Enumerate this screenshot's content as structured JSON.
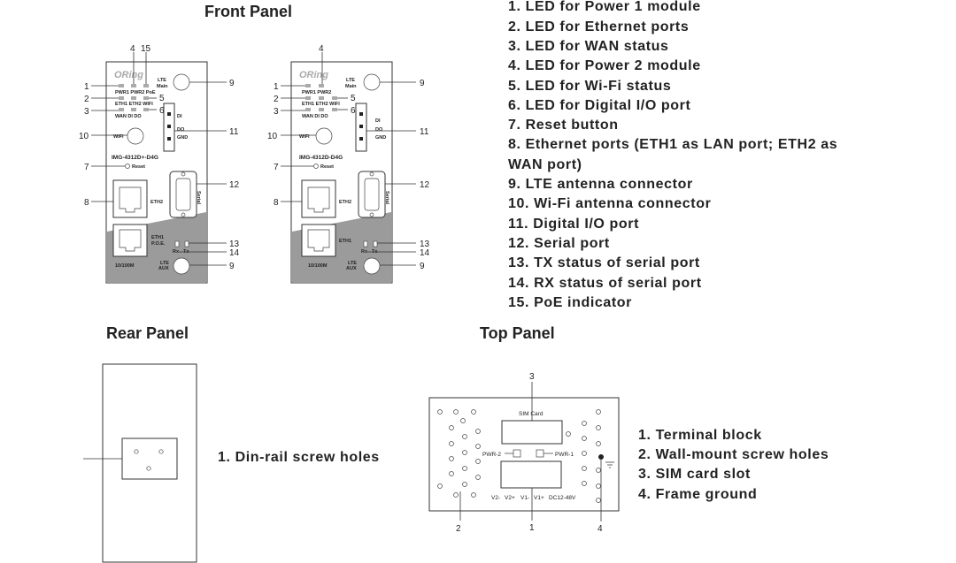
{
  "sections": {
    "front": "Front Panel",
    "rear": "Rear Panel",
    "top": "Top Panel"
  },
  "front_legend": [
    "1. LED for Power 1 module",
    "2. LED for Ethernet ports",
    "3. LED for WAN status",
    "4. LED for Power 2 module",
    "5. LED for Wi-Fi status",
    "6. LED for Digital I/O port",
    "7. Reset button",
    "8. Ethernet ports (ETH1 as LAN port; ETH2 as",
    "WAN port)",
    "9. LTE antenna connector",
    "10. Wi-Fi antenna connector",
    "11. Digital I/O port",
    "12. Serial port",
    "13. TX status of serial port",
    "14. RX status of serial port",
    "15. PoE indicator"
  ],
  "rear_legend": [
    "1. Din-rail screw holes"
  ],
  "top_legend": [
    "1. Terminal block",
    "2. Wall-mount screw holes",
    "3. SIM card slot",
    "4. Frame ground"
  ],
  "devices": [
    {
      "model": "IMG-4312D+-D4G",
      "logo": "ORing",
      "lte_main": [
        "LTE",
        "Main"
      ],
      "led_row1": "PWR1 PWR2 PoE",
      "led_row2": "ETH1 ETH2  WIFI",
      "led_row3": "WAN   DI   DO",
      "wifi": "WiFi",
      "reset": "Reset",
      "dio": [
        "DI",
        "DO",
        "GND"
      ],
      "serial": "Serial",
      "eth2": "ETH2",
      "eth1": [
        "ETH1",
        "P.O.E."
      ],
      "rx": "Rx",
      "tx": "Tx",
      "speed": "10/100M",
      "lte_aux": [
        "LTE",
        "AUX"
      ],
      "callouts": {
        "c1": "1",
        "c2": "2",
        "c3": "3",
        "c4": "4",
        "c15": "15",
        "c5": "5",
        "c6": "6",
        "c9a": "9",
        "c10": "10",
        "c11": "11",
        "c7": "7",
        "c12": "12",
        "c8": "8",
        "c13": "13",
        "c14": "14",
        "c9b": "9"
      }
    },
    {
      "model": "IMG-4312D-D4G",
      "logo": "ORing",
      "lte_main": [
        "LTE",
        "Main"
      ],
      "led_row1": "PWR1 PWR2",
      "led_row2": "ETH1 ETH2  WIFI",
      "led_row3": "WAN   DI   DO",
      "wifi": "WiFi",
      "reset": "Reset",
      "dio": [
        "DI",
        "DO",
        "GND"
      ],
      "serial": "Serial",
      "eth2": "ETH2",
      "eth1": [
        "ETH1"
      ],
      "rx": "Rx",
      "tx": "Tx",
      "speed": "10/100M",
      "lte_aux": [
        "LTE",
        "AUX"
      ],
      "callouts": {
        "c1": "1",
        "c2": "2",
        "c3": "3",
        "c4": "4",
        "c5": "5",
        "c6": "6",
        "c9a": "9",
        "c10": "10",
        "c11": "11",
        "c7": "7",
        "c12": "12",
        "c8": "8",
        "c13": "13",
        "c14": "14",
        "c9b": "9"
      }
    }
  ],
  "top_panel": {
    "sim_card": "SIM Card",
    "pwr2": "PWR-2",
    "pwr1": "PWR-1",
    "terminal": [
      "V2-",
      "V2+",
      "V1-",
      "V1+",
      "DC12-48V"
    ],
    "callouts": {
      "c1": "1",
      "c2": "2",
      "c3": "3",
      "c4": "4"
    }
  }
}
